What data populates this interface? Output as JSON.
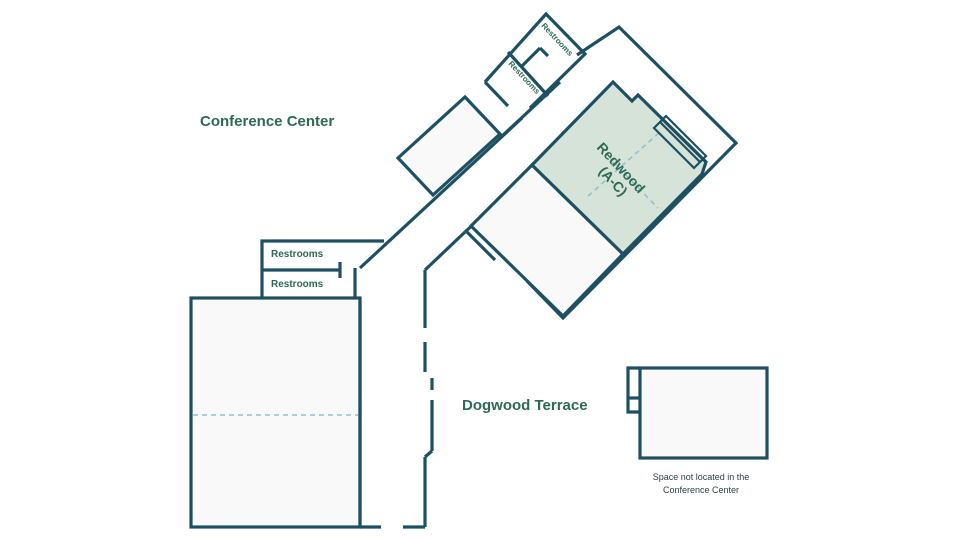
{
  "labels": {
    "conference_center": "Conference Center",
    "dogwood_terrace": "Dogwood Terrace",
    "restrooms_top_1": "Restrooms",
    "restrooms_top_2": "Restrooms",
    "restrooms_left_1": "Restrooms",
    "restrooms_left_2": "Restrooms",
    "redwood_line1": "Redwood",
    "redwood_line2": "(A-C)",
    "note_line1": "Space not located in the",
    "note_line2": "Conference Center"
  },
  "colors": {
    "wall": "#1d5063",
    "room_fill": "#f8f9f8",
    "highlight_fill": "#d6e3d8",
    "label_text": "#2d6a53",
    "divider_dash": "#8ec3cf"
  },
  "rooms": {
    "highlighted": "Redwood (A-C)"
  }
}
